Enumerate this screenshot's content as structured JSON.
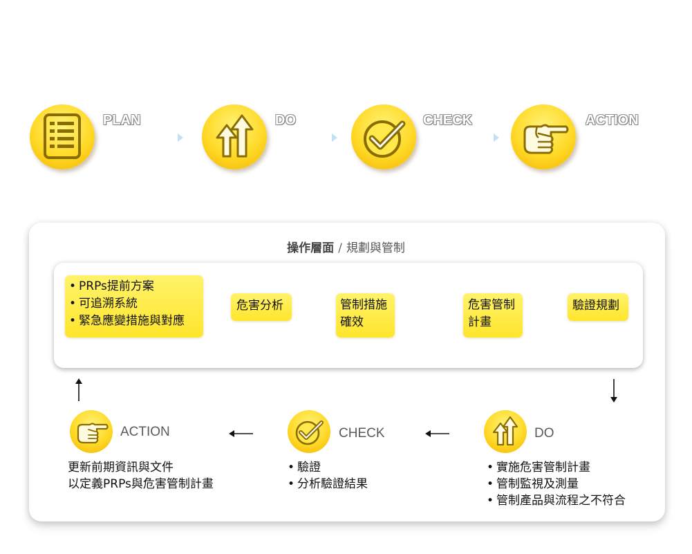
{
  "top_steps": [
    {
      "label": "PLAN",
      "icon": "list-icon"
    },
    {
      "label": "DO",
      "icon": "up-arrows-icon"
    },
    {
      "label": "CHECK",
      "icon": "check-icon"
    },
    {
      "label": "ACTION",
      "icon": "pointing-hand-icon"
    }
  ],
  "panel": {
    "title_bold": "操作層面",
    "title_sep": "/",
    "title_rest": "規劃與管制",
    "boxes": [
      {
        "items": [
          "PRPs提前方案",
          "可追溯系統",
          "緊急應變措施與對應"
        ]
      },
      {
        "lines": [
          "危害分析"
        ]
      },
      {
        "lines": [
          "管制措施",
          "確效"
        ]
      },
      {
        "lines": [
          "危害管制",
          "計畫"
        ]
      },
      {
        "lines": [
          "驗證規劃"
        ]
      }
    ]
  },
  "bottom_steps": {
    "action": {
      "label": "ACTION",
      "lines": [
        "更新前期資訊與文件",
        "以定義PRPs與危害管制計畫"
      ]
    },
    "check": {
      "label": "CHECK",
      "items": [
        "驗證",
        "分析驗證結果"
      ]
    },
    "do": {
      "label": "DO",
      "items": [
        "實施危害管制計畫",
        "管制監視及測量",
        "管制產品與流程之不符合"
      ]
    }
  },
  "colors": {
    "yellow": "#ffe52c",
    "circle_dark": "#f2b400",
    "icon_stroke": "#8a6d00",
    "connector": "#bfe3f5"
  }
}
